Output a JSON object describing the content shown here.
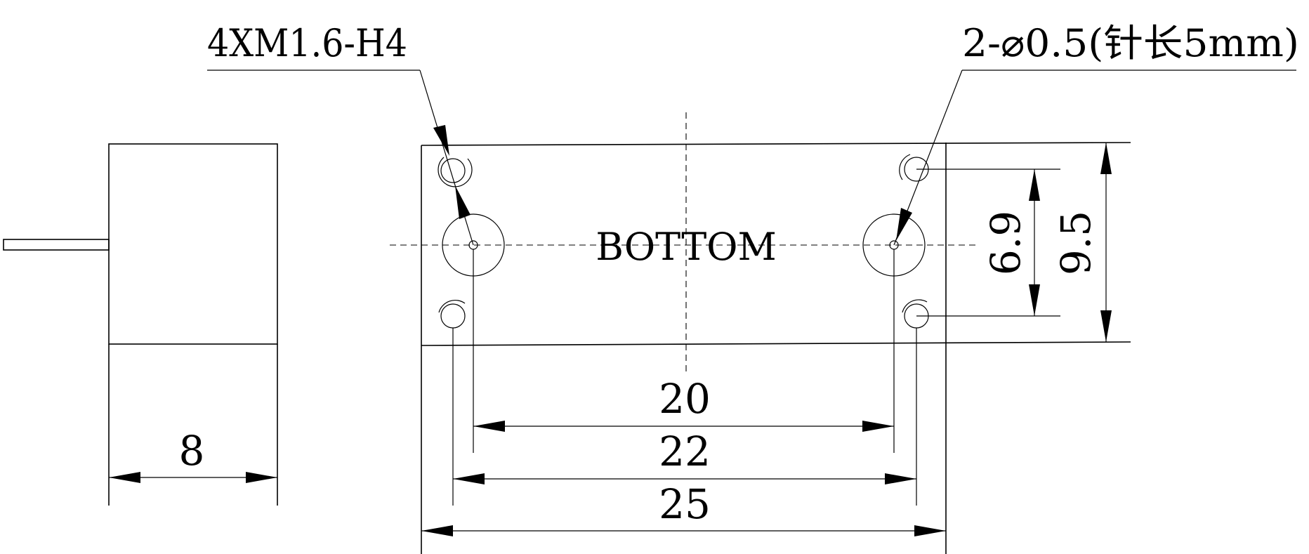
{
  "labels": {
    "thread_callout": "4XM1.6-H4",
    "pin_callout": "2-⌀0.5(针长5mm)",
    "view_label": "BOTTOM"
  },
  "dimensions": {
    "side_width": "8",
    "pin_spacing": "20",
    "hole_spacing": "22",
    "body_length": "25",
    "hole_vertical_spacing": "6.9",
    "body_height": "9.5"
  }
}
